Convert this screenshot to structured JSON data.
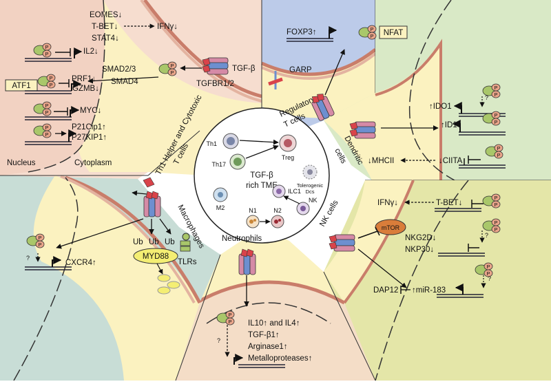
{
  "colors": {
    "th1_outer": "#f6ddcf",
    "th1_band": "#fbf1c2",
    "treg_outer": "#bccbe9",
    "dc_outer": "#d9e9c6",
    "nk_outer": "#e4e6a8",
    "neut_outer": "#f4ddc7",
    "mac_outer": "#c8ddd6",
    "band_yellow": "#fbf2c0",
    "membrane": "#c97d6a",
    "receptor_blue": "#6d8fcf",
    "receptor_pink": "#d58aa6",
    "receptor_red": "#d9434a",
    "smad_green": "#a9c76a",
    "smad_pink": "#e9a58a"
  },
  "center": {
    "title_line1": "TGF-β",
    "title_line2": "rich TME",
    "cells": {
      "th1": "Th1",
      "th17": "Th17",
      "treg": "Treg",
      "tolerogenic_line1": "Tolerogenic",
      "tolerogenic_line2": "Dcs",
      "m2": "M2",
      "ilc1": "ILC1",
      "nk": "NK",
      "n1": "N1",
      "n2": "N2"
    }
  },
  "th1": {
    "header_line1": "Th1 Helper and Cytotoxic",
    "header_line2": "T cells",
    "nucleus": "Nucleus",
    "cytoplasm": "Cytoplasm",
    "eomes": "EOMES↓",
    "tbet": "T-BET↓",
    "stat4": "STAT4↓",
    "ifng": "IFNγ↓",
    "il2": "IL2↓",
    "smad23": "SMAD2/3",
    "smad4": "SMAD4",
    "tgfb": "TGF-β",
    "tgfbr": "TGFBR1/2",
    "atf1": "ATF1",
    "prf1": "PRF1↓",
    "gzmb": "GZMB↓",
    "myc": "MYC↓",
    "p21": "P21Cip1↑",
    "p27": "P27KIP1↑",
    "p": "P"
  },
  "treg": {
    "header_line1": "Regulatory",
    "header_line2": "T cells",
    "foxp3": "FOXP3↑",
    "nfat": "NFAT",
    "garp": "GARP"
  },
  "dc": {
    "header_line1": "Dendritic",
    "header_line2": "cells",
    "ido1": "↑IDO1",
    "id1": "↑ID1",
    "mhcii": "↓MHCII",
    "ciita": "↓CIITA",
    "q": "?"
  },
  "nk": {
    "header": "NK cells",
    "ifng": "IFNγ↓",
    "tbet": "T-BET↓",
    "mtor": "mTOR",
    "nkg2d": "NKG2D↓",
    "nkp30": "NKP30↓",
    "dap12": "DAP12",
    "mir183": "↑miR-183",
    "q": "?"
  },
  "neut": {
    "header": "Neutrophils",
    "il10": "IL10↑ and IL4↑",
    "tgfb1": "TGF-β1↑",
    "arg1": "Arginase1↑",
    "mmp": "Metalloproteases↑",
    "q": "?"
  },
  "mac": {
    "header": "Macrophages",
    "ub": "Ub",
    "myd88": "MYD88",
    "tlrs": "TLRs",
    "cxcr4": "CXCR4↑",
    "q": "?"
  }
}
